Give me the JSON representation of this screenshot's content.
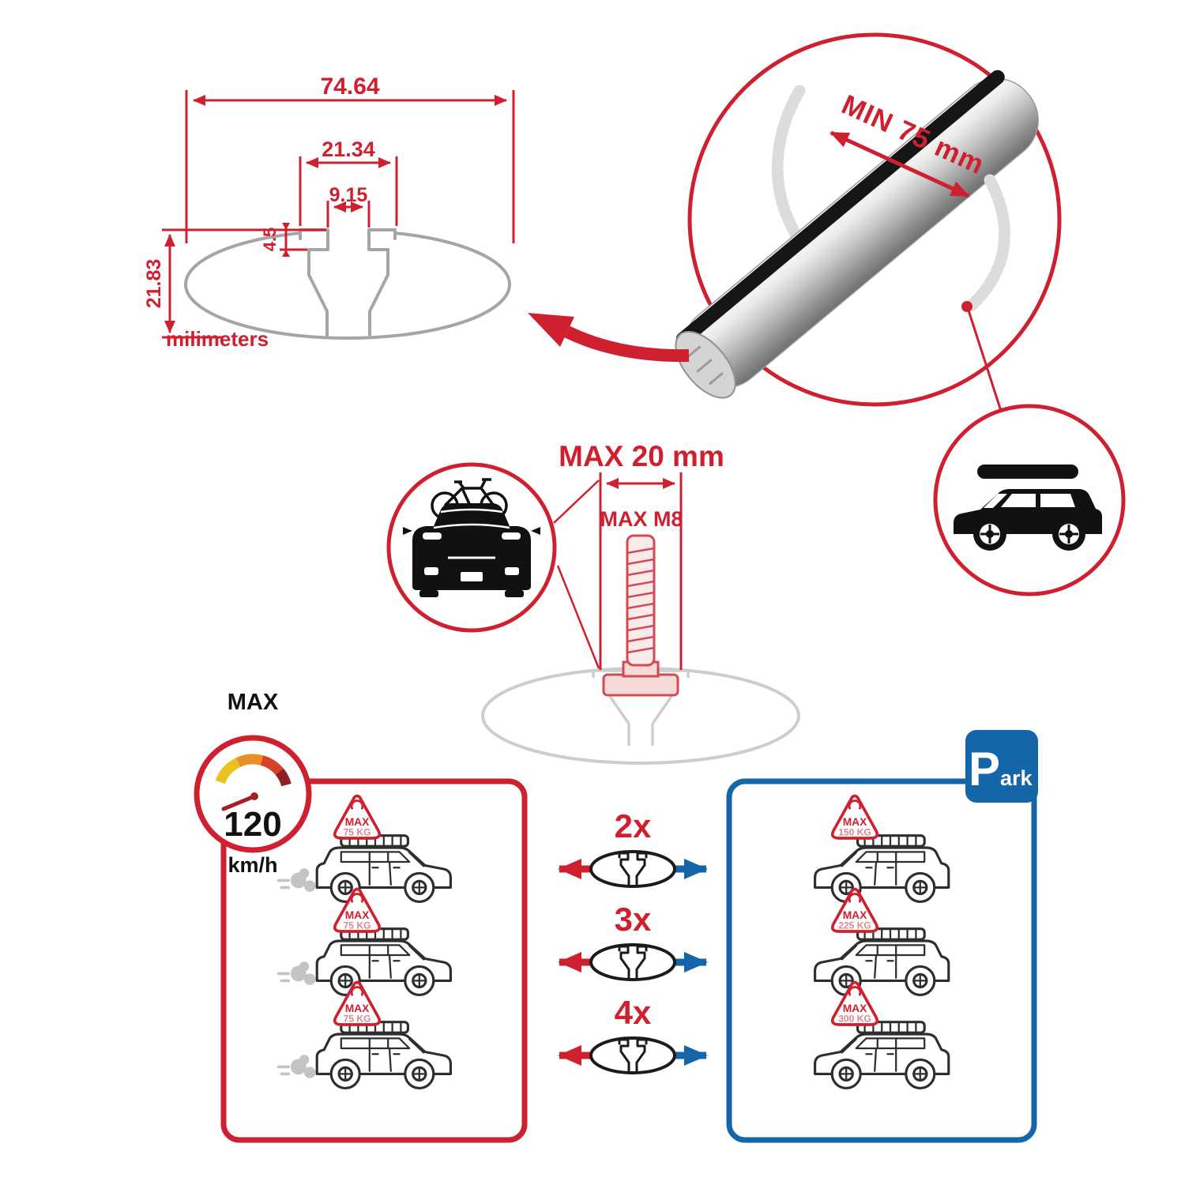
{
  "colors": {
    "accent_red": "#cf2030",
    "parking_blue": "#1466a8",
    "line_gray": "#a5a5a5",
    "bar_silver": "#c4c4c4",
    "ink_black": "#111111"
  },
  "profile_drawing": {
    "total_width": "74.64",
    "channel_width": "21.34",
    "slot_width": "9.15",
    "lip_depth": "4.5",
    "total_height": "21.83",
    "units_label": "milimeters"
  },
  "bar_detail": {
    "min_span_label": "MIN 75 mm"
  },
  "bolt_detail": {
    "max_width_label": "MAX 20 mm",
    "max_thread_label": "MAX M8"
  },
  "speed_limit": {
    "title": "MAX",
    "value": "120",
    "unit": "km/h"
  },
  "parking_sign": {
    "initial": "P",
    "rest": "ark"
  },
  "rows": [
    {
      "multiplier": "2x",
      "driving": {
        "max": "MAX",
        "weight": "75 KG"
      },
      "parked": {
        "max": "MAX",
        "weight": "150 KG"
      }
    },
    {
      "multiplier": "3x",
      "driving": {
        "max": "MAX",
        "weight": "75 KG"
      },
      "parked": {
        "max": "MAX",
        "weight": "225 KG"
      }
    },
    {
      "multiplier": "4x",
      "driving": {
        "max": "MAX",
        "weight": "75 KG"
      },
      "parked": {
        "max": "MAX",
        "weight": "300 KG"
      }
    }
  ]
}
